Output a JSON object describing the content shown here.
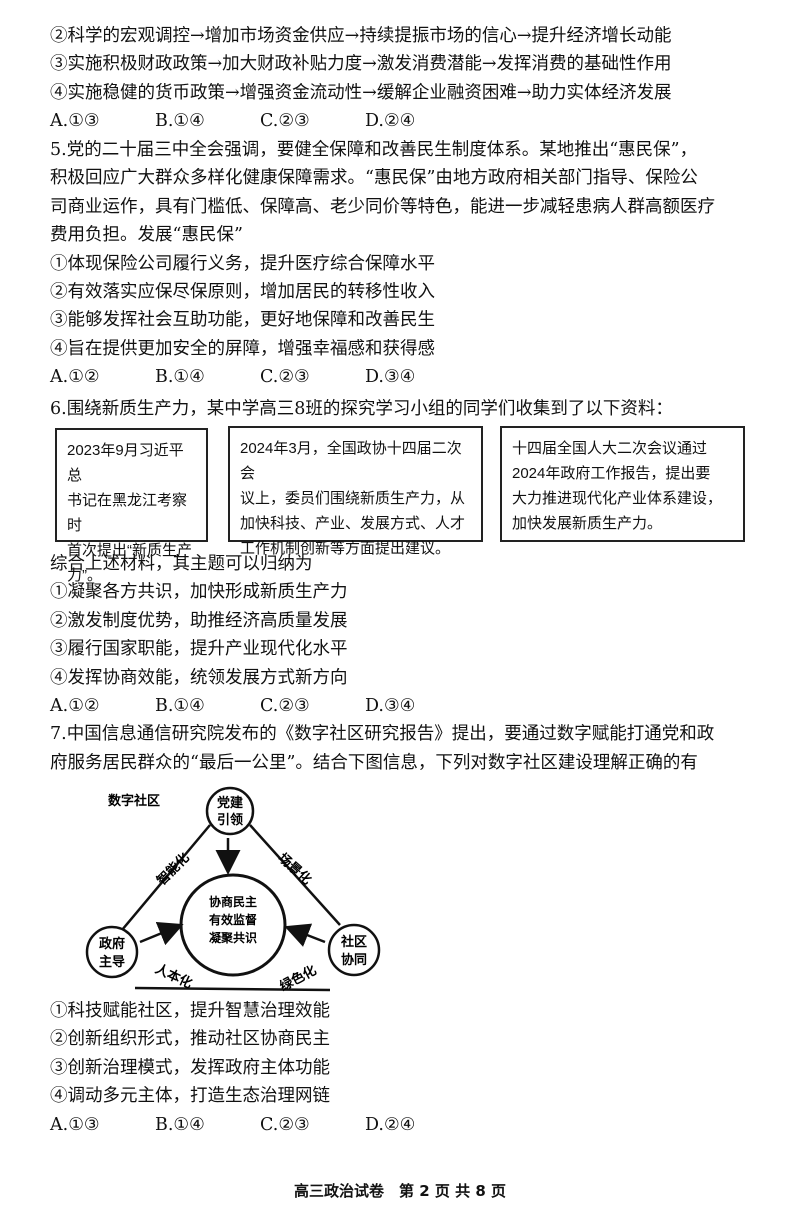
{
  "q4_tail": {
    "lines": [
      "②科学的宏观调控→增加市场资金供应→持续提振市场的信心→提升经济增长动能",
      "③实施积极财政政策→加大财政补贴力度→激发消费潜能→发挥消费的基础性作用",
      "④实施稳健的货币政策→增强资金流动性→缓解企业融资困难→助力实体经济发展"
    ],
    "options": [
      "A.①③",
      "B.①④",
      "C.②③",
      "D.②④"
    ]
  },
  "q5": {
    "stem": [
      "5.党的二十届三中全会强调，要健全保障和改善民生制度体系。某地推出“惠民保”，",
      "积极回应广大群众多样化健康保障需求。“惠民保”由地方政府相关部门指导、保险公",
      "司商业运作，具有门槛低、保障高、老少同价等特色，能进一步减轻患病人群高额医疗",
      "费用负担。发展“惠民保”"
    ],
    "items": [
      "①体现保险公司履行义务，提升医疗综合保障水平",
      "②有效落实应保尽保原则，增加居民的转移性收入",
      "③能够发挥社会互助功能，更好地保障和改善民生",
      "④旨在提供更加安全的屏障，增强幸福感和获得感"
    ],
    "options": [
      "A.①②",
      "B.①④",
      "C.②③",
      "D.③④"
    ]
  },
  "q6": {
    "stem": "6.围绕新质生产力，某中学高三8班的探究学习小组的同学们收集到了以下资料：",
    "boxes": [
      [
        "2023年9月习近平总",
        "书记在黑龙江考察时",
        "首次提出“新质生产",
        "力”。"
      ],
      [
        "2024年3月，全国政协十四届二次会",
        "议上，委员们围绕新质生产力，从",
        "加快科技、产业、发展方式、人才",
        "工作机制创新等方面提出建议。"
      ],
      [
        "十四届全国人大二次会议通过",
        "2024年政府工作报告，提出要",
        "大力推进现代化产业体系建设，",
        "加快发展新质生产力。"
      ]
    ],
    "prompt": "综合上述材料，其主题可以归纳为",
    "items": [
      "①凝聚各方共识，加快形成新质生产力",
      "②激发制度优势，助推经济高质量发展",
      "③履行国家职能，提升产业现代化水平",
      "④发挥协商效能，统领发展方式新方向"
    ],
    "options": [
      "A.①②",
      "B.①④",
      "C.②③",
      "D.③④"
    ]
  },
  "q7": {
    "stem": [
      "7.中国信息通信研究院发布的《数字社区研究报告》提出，要通过数字赋能打通党和政",
      "府服务居民群众的“最后一公里”。结合下图信息，下列对数字社区建设理解正确的有"
    ],
    "diagram": {
      "title": "数字社区",
      "top_node": [
        "党建",
        "引领"
      ],
      "left_node": [
        "政府",
        "主导"
      ],
      "right_node": [
        "社区",
        "协同"
      ],
      "center": [
        "协商民主",
        "有效监督",
        "凝聚共识"
      ],
      "edge_labels": [
        "智能化",
        "场景化",
        "人本化",
        "绿色化"
      ]
    },
    "items": [
      "①科技赋能社区，提升智慧治理效能",
      "②创新组织形式，推动社区协商民主",
      "③创新治理模式，发挥政府主体功能",
      "④调动多元主体，打造生态治理网链"
    ],
    "options": [
      "A.①③",
      "B.①④",
      "C.②③",
      "D.②④"
    ]
  },
  "footer": "高三政治试卷　第 2 页 共 8 页"
}
